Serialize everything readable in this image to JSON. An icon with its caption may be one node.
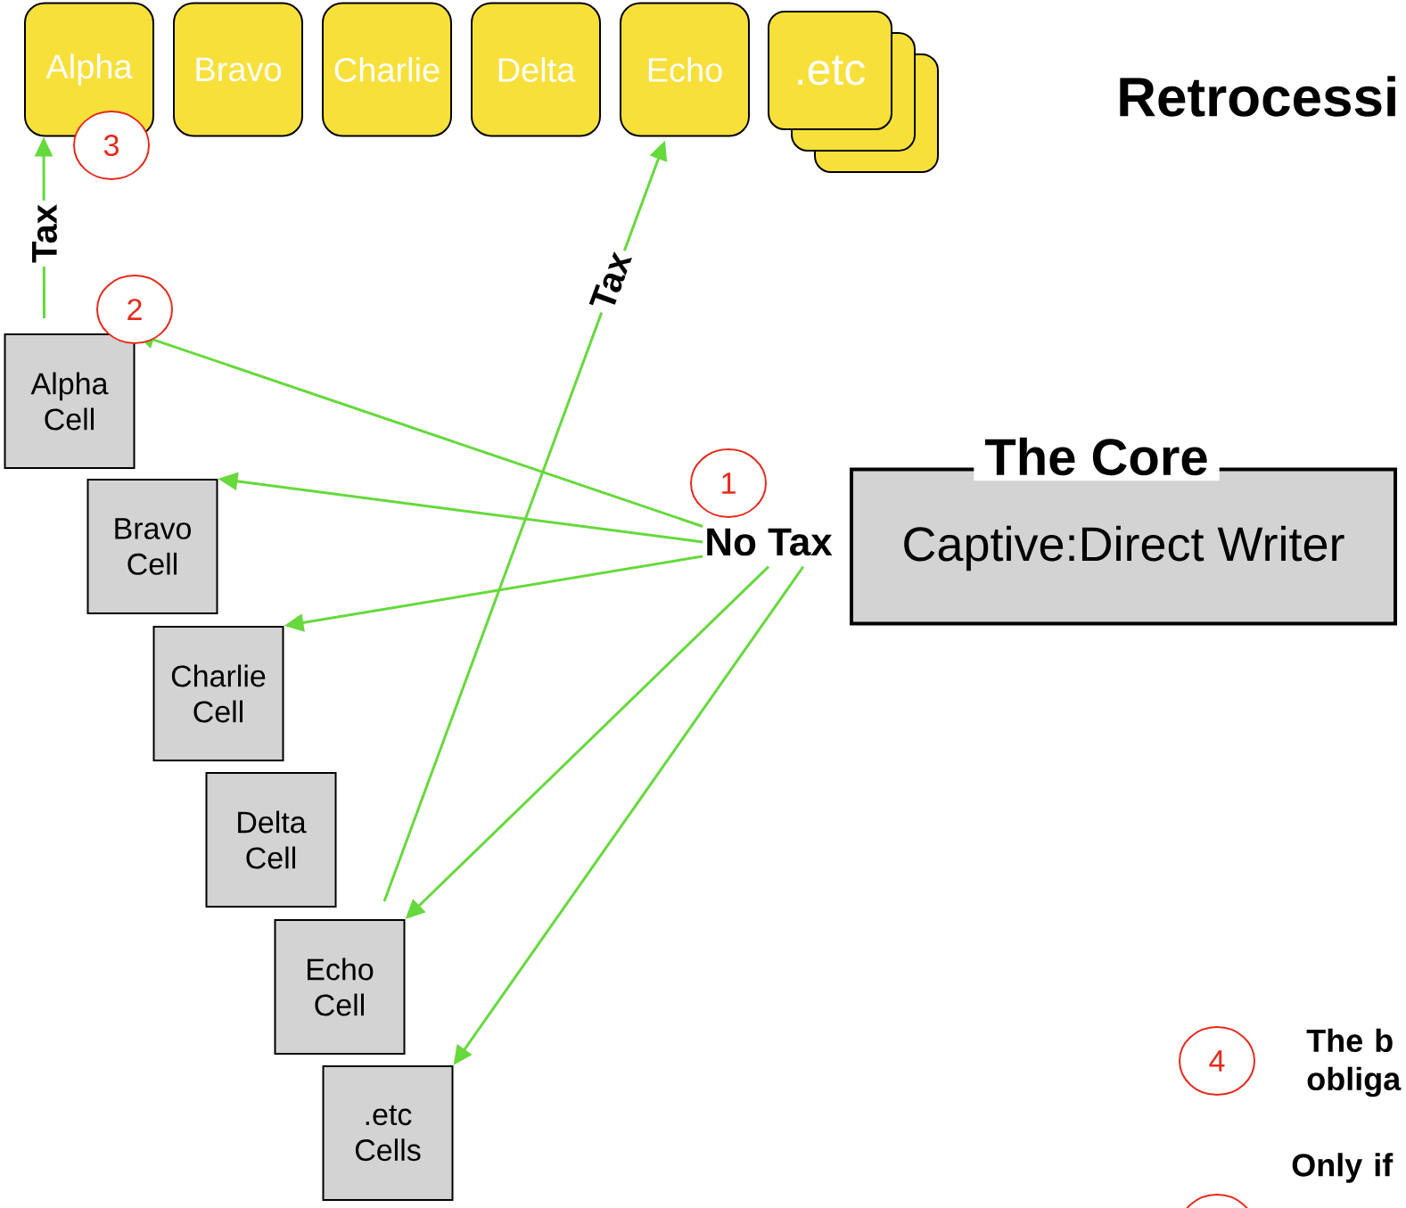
{
  "diagram": {
    "title": "Retrocessi",
    "nodes": [
      {
        "text": [
          "Alpha"
        ]
      },
      {
        "text": [
          "Bravo"
        ]
      },
      {
        "text": [
          "Charlie"
        ]
      },
      {
        "text": [
          "Delta"
        ]
      },
      {
        "text": [
          "Echo"
        ]
      },
      {
        "text": [
          ".etc"
        ]
      },
      {
        "text": [
          "Alpha Cell"
        ]
      },
      {
        "text": [
          "Bravo Cell"
        ]
      },
      {
        "text": [
          "Charlie Cell"
        ]
      },
      {
        "text": [
          "Delta Cell"
        ]
      },
      {
        "text": [
          "Echo Cell"
        ]
      },
      {
        "text": [
          ".etc Cells"
        ]
      },
      {
        "text": [
          "No Tax"
        ]
      },
      {
        "text": [
          "The Core",
          "Captive:Direct Writer"
        ]
      }
    ],
    "edges": [
      {
        "from": 12,
        "to": 6,
        "arrow": "to"
      },
      {
        "from": 12,
        "to": 7,
        "arrow": "to"
      },
      {
        "from": 12,
        "to": 8,
        "arrow": "to"
      },
      {
        "from": 12,
        "to": 10,
        "arrow": "to"
      },
      {
        "from": 12,
        "to": 11,
        "arrow": "to"
      },
      {
        "from": 6,
        "to": 0,
        "arrow": "to",
        "label": "Tax"
      },
      {
        "from": 10,
        "to": 4,
        "arrow": "to",
        "label": "Tax"
      }
    ],
    "labels": [
      "3",
      "2",
      "1",
      "4",
      "The b obliga",
      "Only if"
    ]
  }
}
